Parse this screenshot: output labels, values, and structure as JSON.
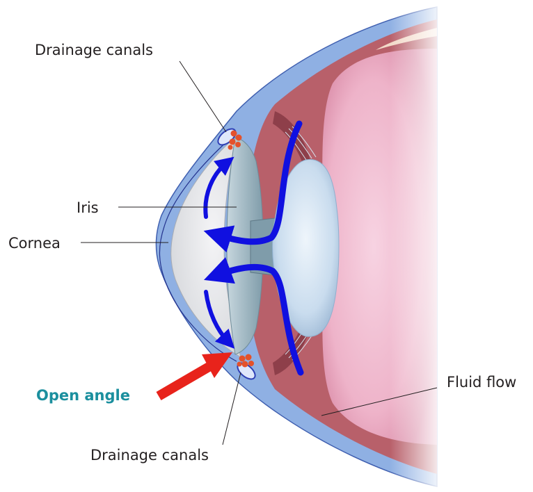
{
  "labels": {
    "drainage_top": "Drainage canals",
    "iris": "Iris",
    "cornea": "Cornea",
    "open_angle": "Open angle",
    "fluid_flow": "Fluid flow",
    "drainage_bottom": "Drainage canals"
  },
  "colors": {
    "open_angle_text": "#1b8f9e",
    "pointer_arrow": "#e8231b",
    "flow_arrows": "#1010e0",
    "outer_coat": "#8fb0e3",
    "choroid": "#b8606a",
    "vitreous": "#f2bfd3",
    "lens": "#cfe2f1",
    "cornea": "#e6e6e8",
    "iris": "#9fb9c4",
    "drainage_tissue": "#e4512b"
  }
}
